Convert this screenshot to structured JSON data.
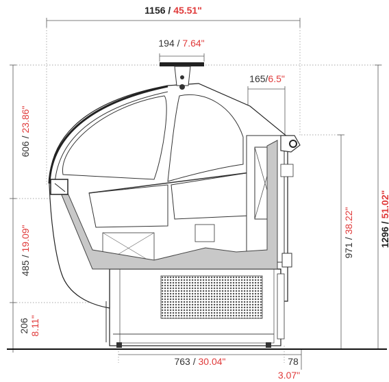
{
  "dimensions": {
    "total_width": {
      "mm": "1156",
      "sep": " / ",
      "inch": "45.51\""
    },
    "top_mirror": {
      "mm": "194",
      "sep": " / ",
      "inch": "7.64\""
    },
    "rear_unit": {
      "mm": "165",
      "sep": "/",
      "inch": "6.5\""
    },
    "upper_height": {
      "mm": "606",
      "sep": " / ",
      "inch": "23.86\""
    },
    "middle_height": {
      "mm": "485",
      "sep": " / ",
      "inch": "19.09\""
    },
    "base_height": {
      "mm": "206",
      "inch": "8.11\""
    },
    "rear_height": {
      "mm": "971",
      "sep": " / ",
      "inch": "38.22\""
    },
    "total_height": {
      "mm": "1296",
      "sep": " / ",
      "inch": "51.02\""
    },
    "base_width": {
      "mm": "763",
      "sep": " / ",
      "inch": "30.04\""
    },
    "rear_offset": {
      "mm": "78",
      "inch": "3.07\""
    }
  },
  "colors": {
    "accent": "#e03a3a",
    "text": "#333333",
    "shelf": "#c8c8c8"
  }
}
